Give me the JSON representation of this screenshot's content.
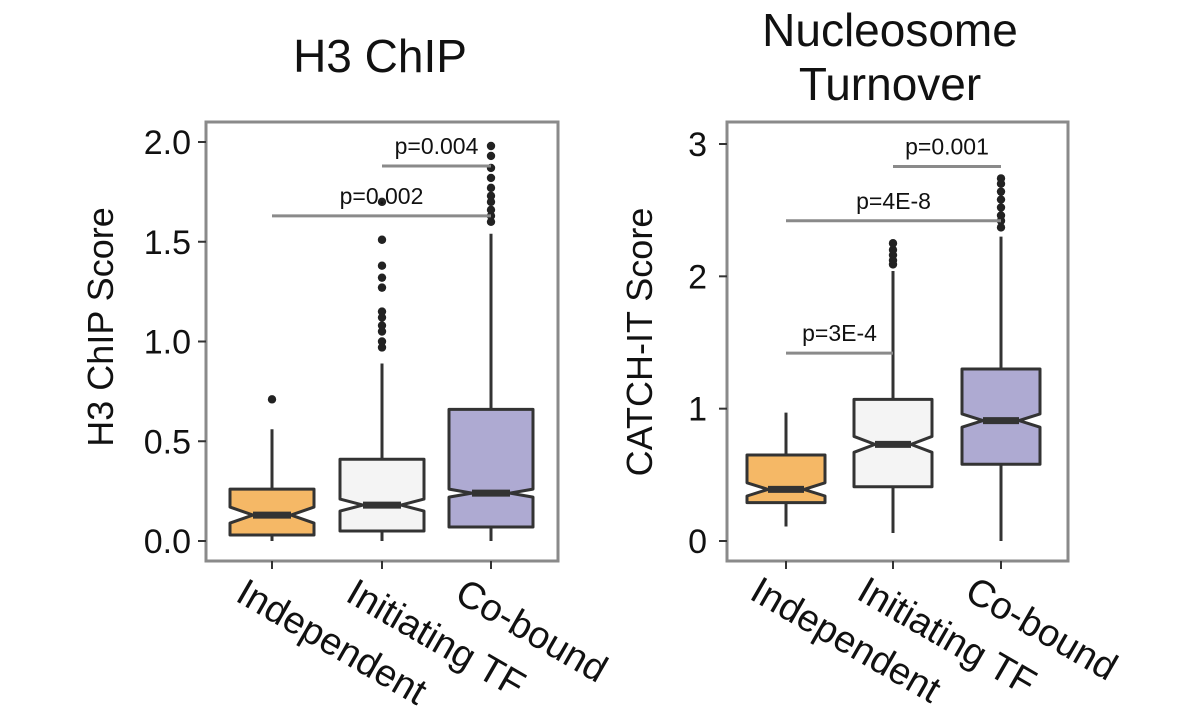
{
  "chart_data": [
    {
      "type": "boxplot",
      "title_lines": [
        "H3 ChIP"
      ],
      "ylabel": "H3 ChIP Score",
      "ylim": [
        0,
        2.0
      ],
      "yticks": [
        "0.0",
        "0.5",
        "1.0",
        "1.5",
        "2.0"
      ],
      "categories": [
        "Independent",
        "Initiating TF",
        "Co-bound"
      ],
      "boxes": [
        {
          "category": "Independent",
          "q1": 0.03,
          "median": 0.13,
          "q3": 0.26,
          "notch_low": 0.09,
          "notch_high": 0.17,
          "whisker_low": 0.0,
          "whisker_high": 0.56,
          "outliers": [
            0.71
          ]
        },
        {
          "category": "Initiating TF",
          "q1": 0.05,
          "median": 0.18,
          "q3": 0.41,
          "notch_low": 0.15,
          "notch_high": 0.21,
          "whisker_low": 0.0,
          "whisker_high": 0.89,
          "outliers": [
            0.97,
            1.0,
            1.05,
            1.08,
            1.12,
            1.15,
            1.27,
            1.32,
            1.38,
            1.51,
            1.7
          ]
        },
        {
          "category": "Co-bound",
          "q1": 0.07,
          "median": 0.24,
          "q3": 0.66,
          "notch_low": 0.22,
          "notch_high": 0.26,
          "whisker_low": 0.0,
          "whisker_high": 1.54,
          "outliers": [
            1.6,
            1.63,
            1.66,
            1.7,
            1.73,
            1.77,
            1.82,
            1.87,
            1.93,
            1.98
          ]
        }
      ],
      "comparisons": [
        {
          "from": 0,
          "to": 2,
          "y": 1.63,
          "label": "p=0.002"
        },
        {
          "from": 1,
          "to": 2,
          "y": 1.88,
          "label": "p=0.004"
        }
      ],
      "colors": {
        "Independent": "#f5b866",
        "Initiating TF": "#f4f4f4",
        "Co-bound": "#aeaad2"
      }
    },
    {
      "type": "boxplot",
      "title_lines": [
        "Nucleosome",
        "Turnover"
      ],
      "ylabel": "CATCH-IT Score",
      "ylim": [
        0,
        3
      ],
      "yticks": [
        "0",
        "1",
        "2",
        "3"
      ],
      "categories": [
        "Independent",
        "Initiating TF",
        "Co-bound"
      ],
      "boxes": [
        {
          "category": "Independent",
          "q1": 0.29,
          "median": 0.39,
          "q3": 0.65,
          "notch_low": 0.34,
          "notch_high": 0.44,
          "whisker_low": 0.11,
          "whisker_high": 0.97,
          "outliers": []
        },
        {
          "category": "Initiating TF",
          "q1": 0.41,
          "median": 0.73,
          "q3": 1.07,
          "notch_low": 0.67,
          "notch_high": 0.79,
          "whisker_low": 0.06,
          "whisker_high": 2.04,
          "outliers": [
            2.09,
            2.12,
            2.16,
            2.2,
            2.25
          ]
        },
        {
          "category": "Co-bound",
          "q1": 0.58,
          "median": 0.91,
          "q3": 1.3,
          "notch_low": 0.86,
          "notch_high": 0.96,
          "whisker_low": 0.0,
          "whisker_high": 2.3,
          "outliers": [
            2.37,
            2.42,
            2.46,
            2.52,
            2.58,
            2.64,
            2.7,
            2.74
          ]
        }
      ],
      "comparisons": [
        {
          "from": 0,
          "to": 1,
          "y": 1.42,
          "label": "p=3E-4"
        },
        {
          "from": 0,
          "to": 2,
          "y": 2.42,
          "label": "p=4E-8"
        },
        {
          "from": 1,
          "to": 2,
          "y": 2.83,
          "label": "p=0.001"
        }
      ],
      "colors": {
        "Independent": "#f5b866",
        "Initiating TF": "#f4f4f4",
        "Co-bound": "#aeaad2"
      }
    }
  ]
}
